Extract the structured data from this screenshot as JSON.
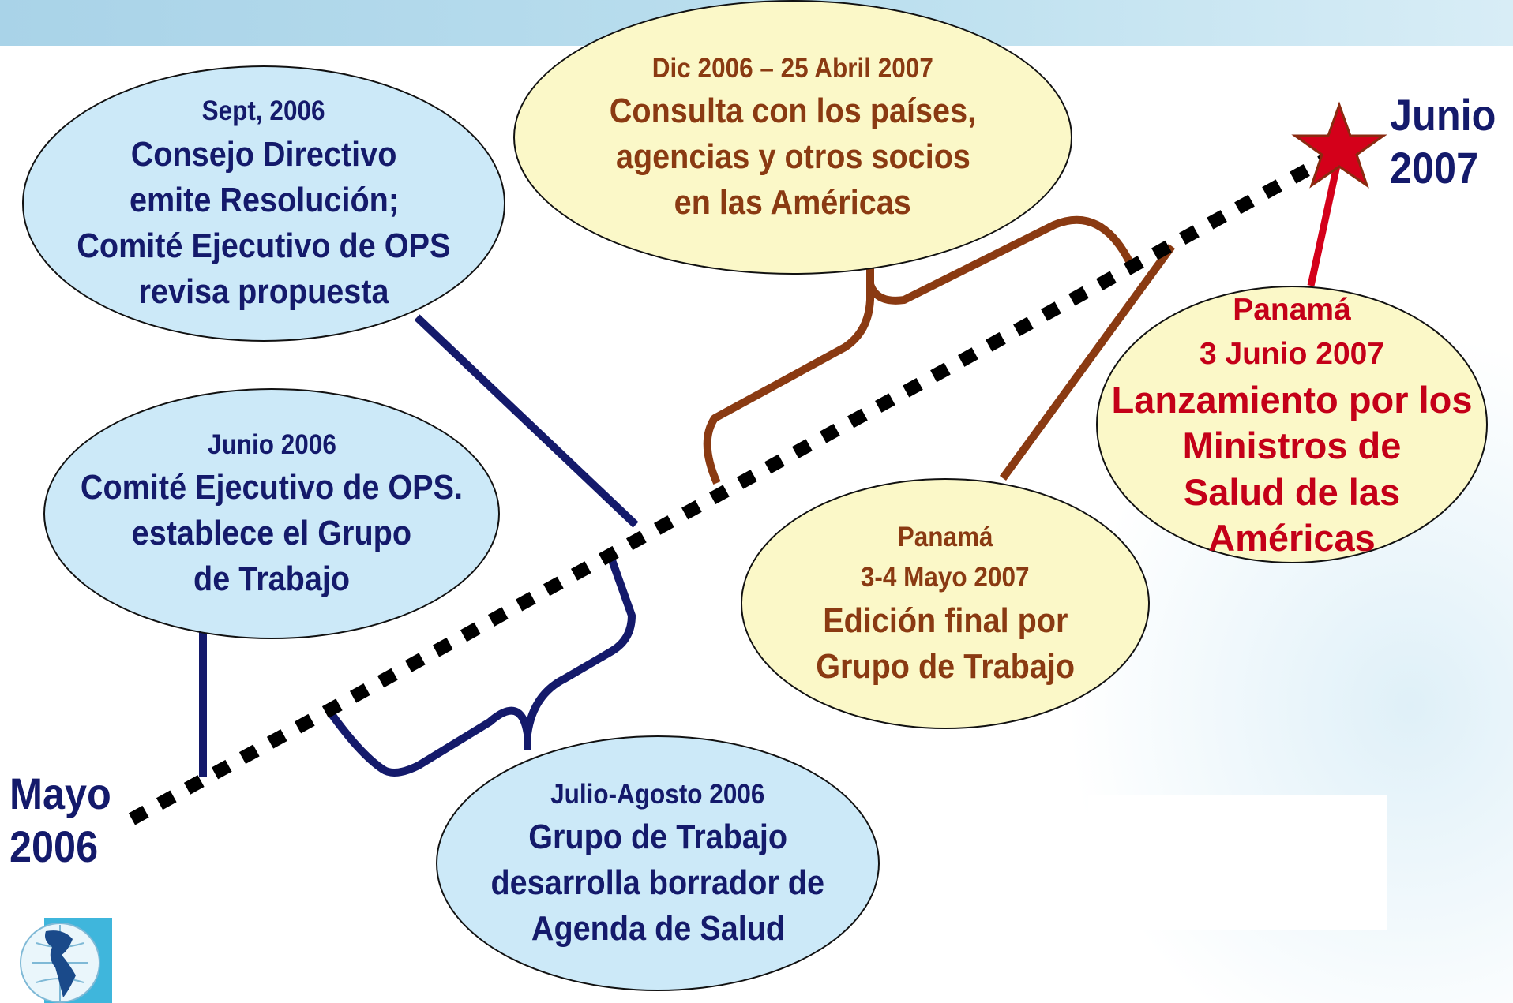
{
  "timeline": {
    "start": [
      "Mayo",
      "2006"
    ],
    "end": [
      "Junio",
      "2007"
    ]
  },
  "events": [
    {
      "date": "Sept, 2006",
      "lines": [
        "Consejo Directivo",
        "emite Resolución;",
        "Comité Ejecutivo de OPS",
        "revisa propuesta"
      ]
    },
    {
      "date": "Junio 2006",
      "lines": [
        "Comité Ejecutivo de OPS.",
        "establece el Grupo",
        "de Trabajo"
      ]
    },
    {
      "date": "Julio-Agosto 2006",
      "lines": [
        "Grupo de Trabajo",
        "desarrolla borrador de",
        "Agenda de Salud"
      ]
    },
    {
      "date": "Dic 2006 – 25 Abril 2007",
      "lines": [
        "Consulta con los países,",
        "agencias y otros socios",
        "en  las Américas"
      ]
    },
    {
      "date": "Panamá",
      "lines": [
        "3-4 Mayo 2007",
        "Edición final por",
        "Grupo de Trabajo"
      ]
    },
    {
      "date": "Panamá",
      "lines": [
        "3 Junio 2007",
        "Lanzamiento por los",
        "Ministros de",
        "Salud de las",
        "Américas"
      ]
    }
  ],
  "colors": {
    "blue_bubble": "#cce9f8",
    "yellow_bubble": "#fbf8c8",
    "navy": "#141a6b",
    "brown": "#8a3a12",
    "red": "#c40018",
    "star": "#d4001a"
  },
  "icons": {
    "logo": "americas-globe-icon",
    "milestone": "star-icon"
  }
}
